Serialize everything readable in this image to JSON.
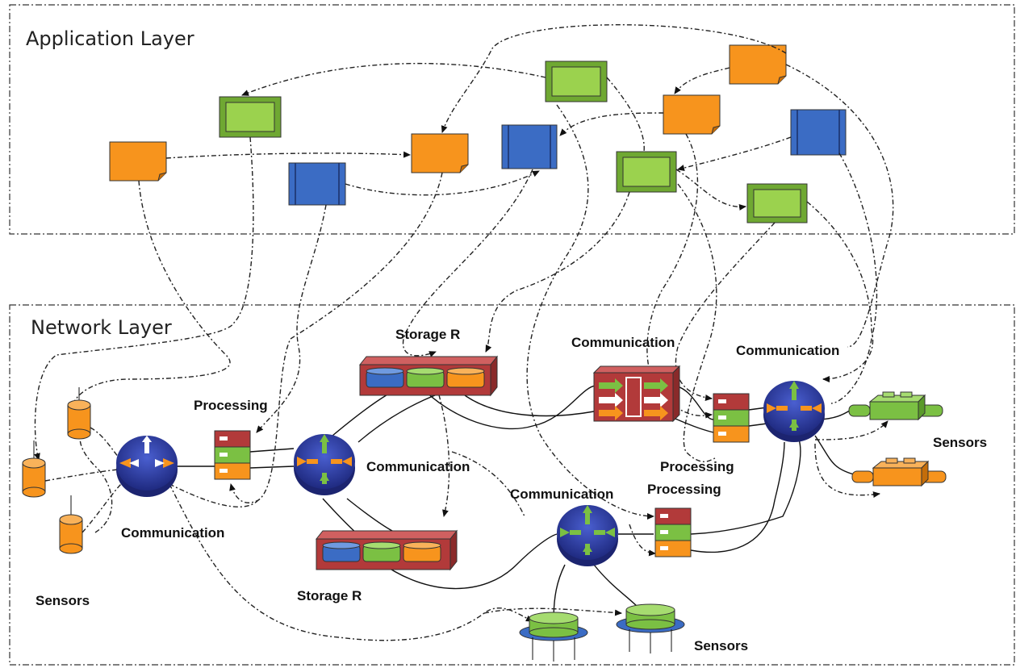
{
  "layers": {
    "application": "Application Layer",
    "network": "Network Layer"
  },
  "labels": {
    "storage_top": "Storage R",
    "storage_bottom": "Storage R",
    "processing_left": "Processing",
    "processing_mid": "Processing",
    "processing_low": "Processing",
    "comm_left": "Communication",
    "comm_center": "Communication",
    "comm_top_center": "Communication",
    "comm_right": "Communication",
    "comm_bottom": "Communication",
    "sensors_left": "Sensors",
    "sensors_bottom": "Sensors",
    "sensors_right": "Sensors"
  },
  "colors": {
    "orange": "#f7941d",
    "green": "#8cc63f",
    "blue": "#3b6cc4",
    "storage_red": "#b23a3a",
    "router_blue": "#2e3a9e"
  }
}
